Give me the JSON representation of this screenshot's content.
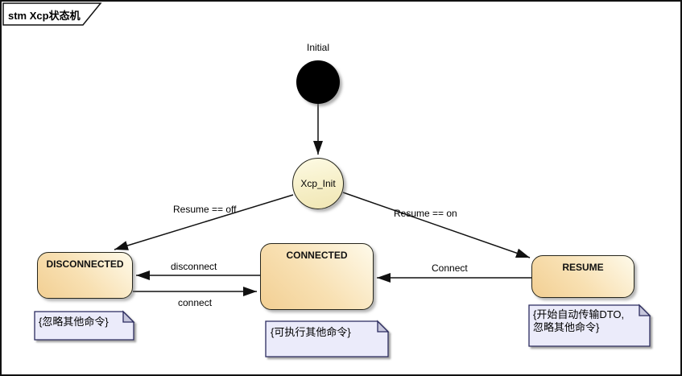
{
  "frame": {
    "title": "stm Xcp状态机"
  },
  "nodes": {
    "initial": {
      "label": "Initial"
    },
    "xcp_init": {
      "label": "Xcp_Init"
    },
    "disconnected": {
      "label": "DISCONNECTED"
    },
    "connected": {
      "label": "CONNECTED"
    },
    "resume": {
      "label": "RESUME"
    }
  },
  "transitions": {
    "resume_off": {
      "label": "Resume == off"
    },
    "resume_on": {
      "label": "Resume == on"
    },
    "disconnect": {
      "label": "disconnect"
    },
    "connect": {
      "label": "connect"
    },
    "resume_connect": {
      "label": "Connect"
    }
  },
  "notes": {
    "disconnected_note": {
      "text": "{忽略其他命令}"
    },
    "connected_note": {
      "text": "{可执行其他命令}"
    },
    "resume_note": {
      "line1": "{开始自动传输DTO,",
      "line2": "忽略其他命令}"
    }
  },
  "colors": {
    "background": "#FFFFFF",
    "frame_border": "#111111",
    "state_fill_light": "#FEFAEA",
    "state_fill_dark": "#F2CF93",
    "state_border": "#26261C",
    "initial_fill": "#000000",
    "ellipse_fill_light": "#FDFAE4",
    "ellipse_fill_dark": "#F0E6B4",
    "note_fill": "#EBEBFA",
    "note_fold": "#C6C6DC",
    "note_border": "#2B2B5E",
    "line_color": "#111111"
  }
}
